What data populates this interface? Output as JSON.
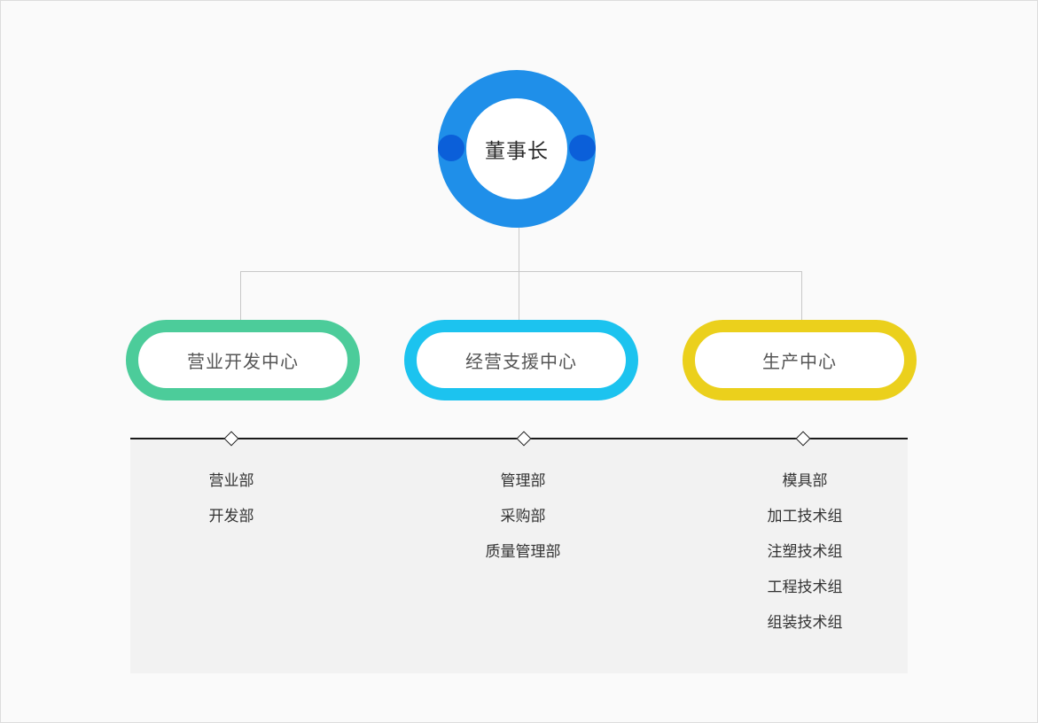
{
  "chairman": {
    "label": "董事长",
    "ring_color": "#1f8fe9",
    "knob_color": "#0b5fd9"
  },
  "centers": [
    {
      "label": "营业开发中心",
      "color": "#4ccc9a"
    },
    {
      "label": "经营支援中心",
      "color": "#1cc3ef"
    },
    {
      "label": "生产中心",
      "color": "#ebd01c"
    }
  ],
  "departments": [
    {
      "items": [
        "营业部",
        "开发部"
      ]
    },
    {
      "items": [
        "管理部",
        "采购部",
        "质量管理部"
      ]
    },
    {
      "items": [
        "模具部",
        "加工技术组",
        "注塑技术组",
        "工程技术组",
        "组装技术组"
      ]
    }
  ]
}
